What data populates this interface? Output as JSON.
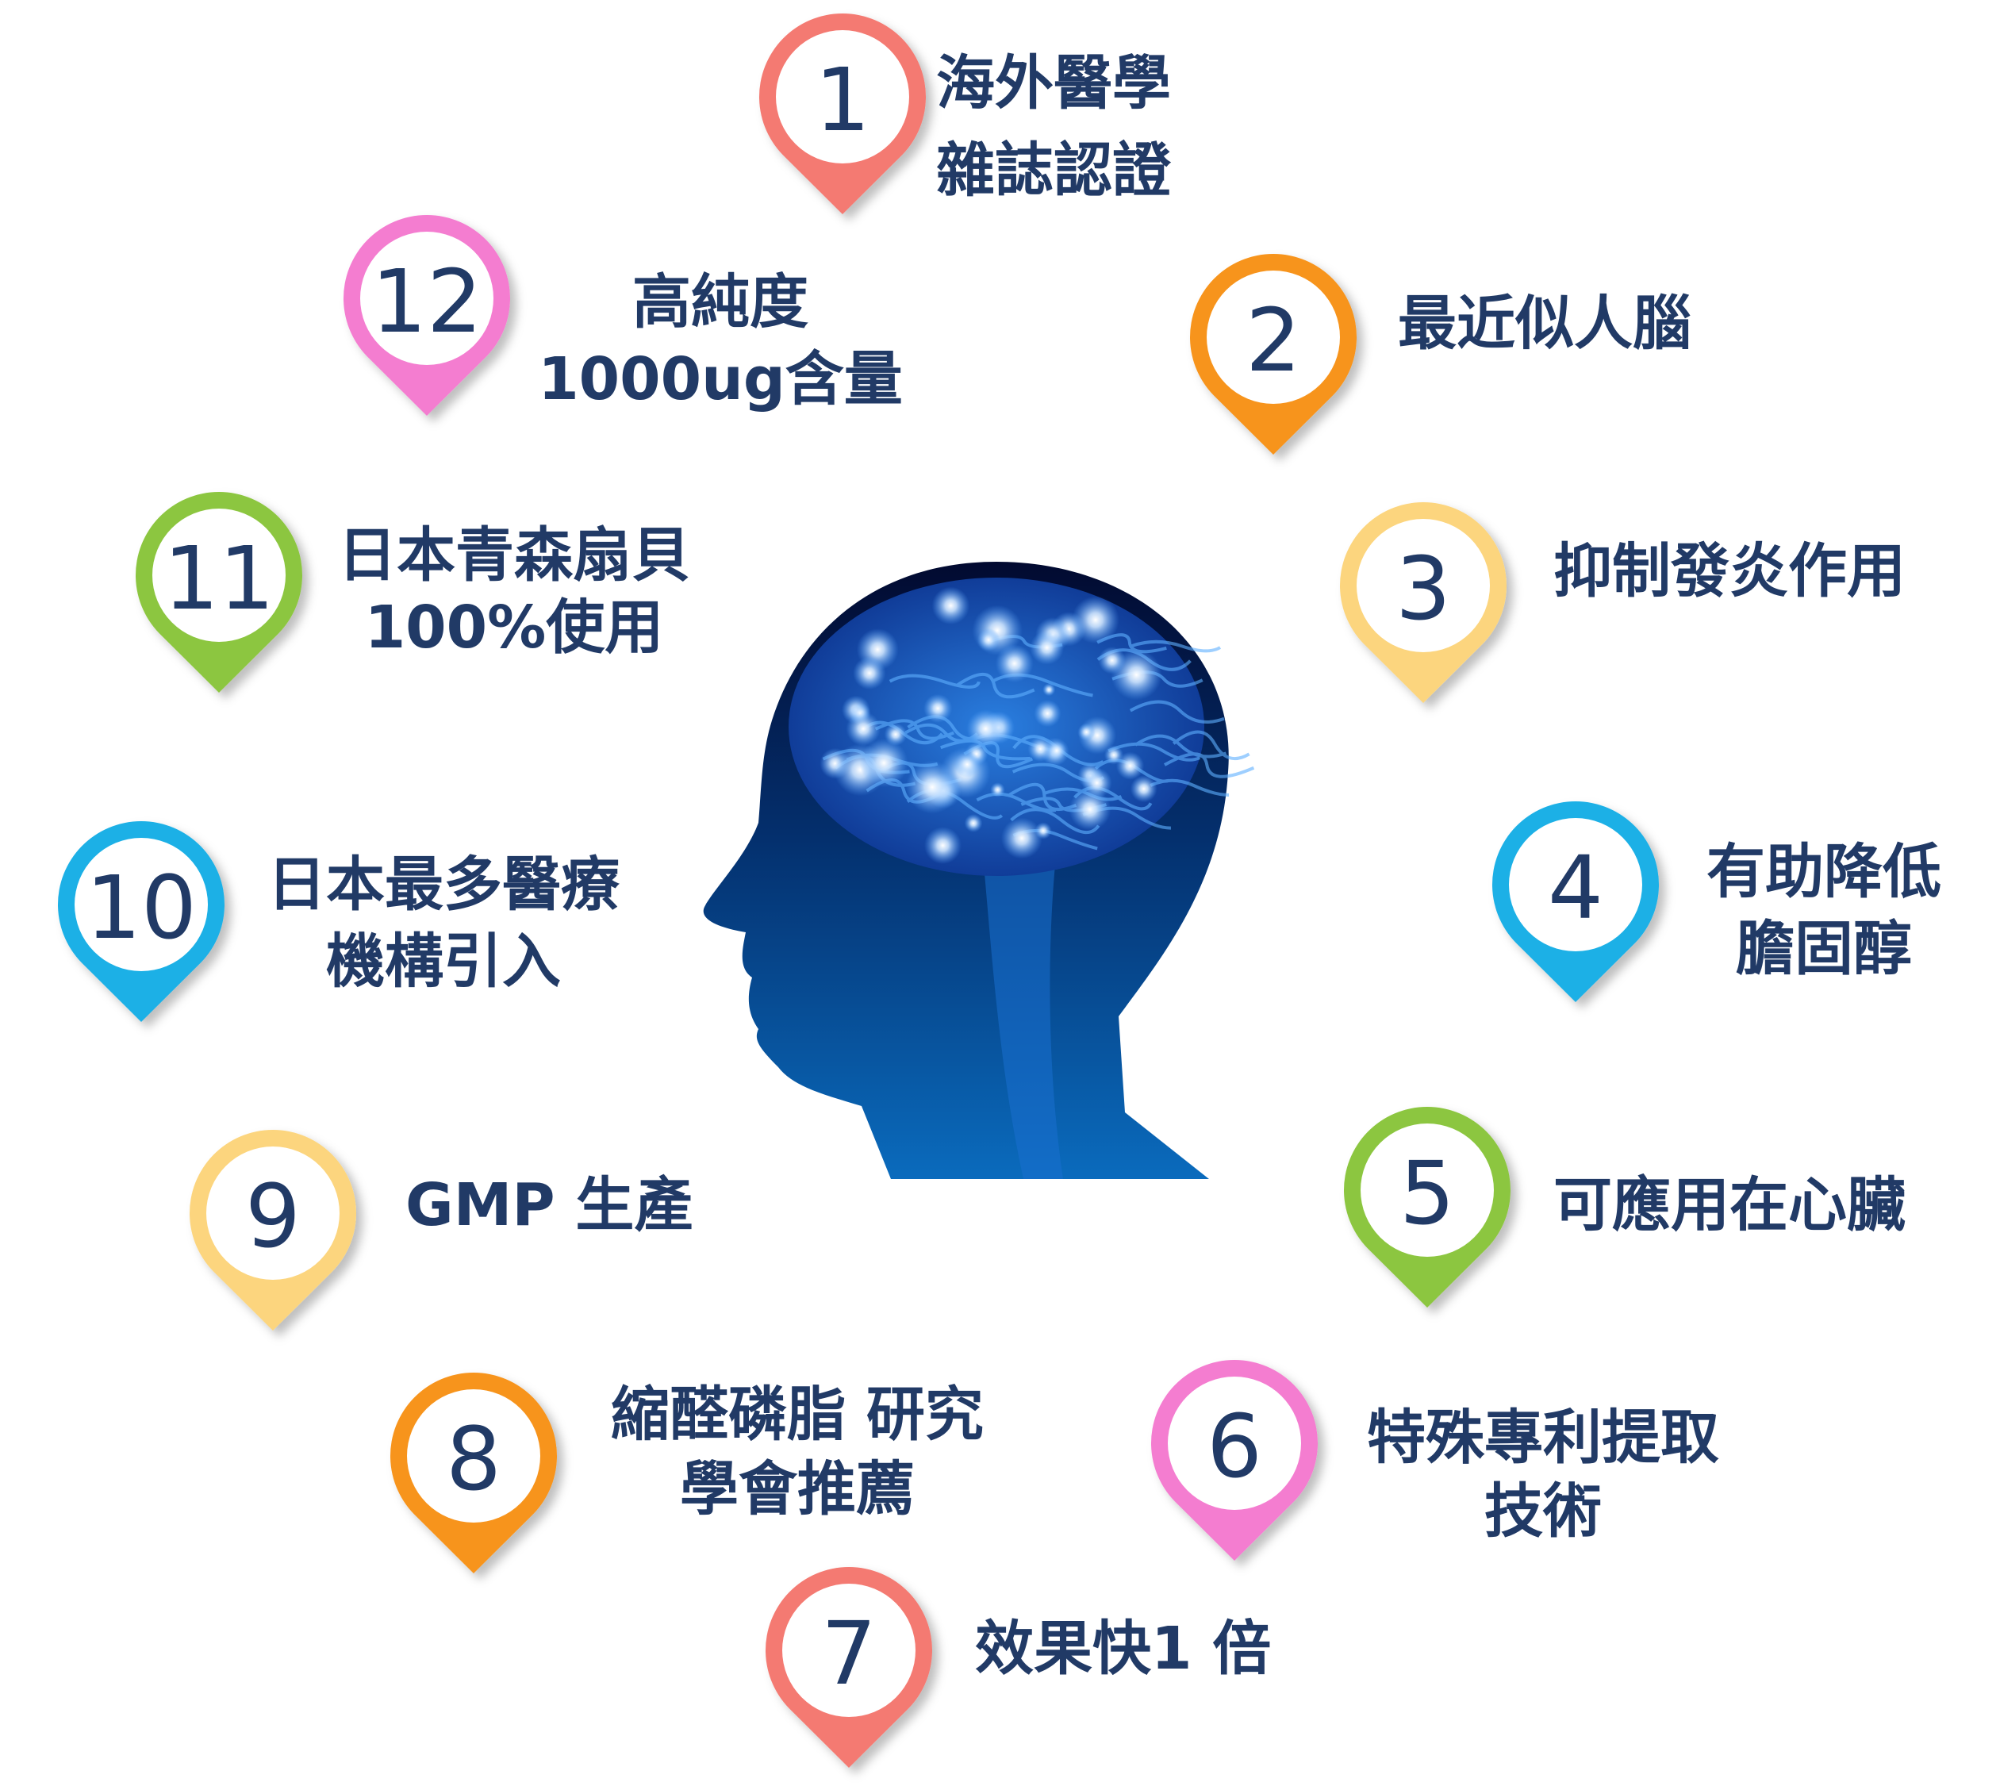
{
  "colors": {
    "text": "#213a66",
    "salmon": "#f47a72",
    "orange": "#f7941d",
    "yellow": "#fcd57e",
    "blue": "#1cb0e6",
    "green": "#8cc63f",
    "pink": "#f47dd0",
    "head_top": "#020f3a",
    "head_bottom": "#0a6bbd"
  },
  "features": [
    {
      "number": "1",
      "lines": [
        "海外醫學",
        "雜誌認證"
      ],
      "color": "#f47a72"
    },
    {
      "number": "2",
      "lines": [
        "最近似人腦"
      ],
      "color": "#f7941d"
    },
    {
      "number": "3",
      "lines": [
        "抑制發炎作用"
      ],
      "color": "#fcd57e"
    },
    {
      "number": "4",
      "lines": [
        "有助降低",
        "膽固醇"
      ],
      "color": "#1cb0e6"
    },
    {
      "number": "5",
      "lines": [
        "可應用在心臟"
      ],
      "color": "#8cc63f"
    },
    {
      "number": "6",
      "lines": [
        "特殊專利提取",
        "技術"
      ],
      "color": "#f47dd0"
    },
    {
      "number": "7",
      "lines": [
        "效果快1 倍"
      ],
      "color": "#f47a72"
    },
    {
      "number": "8",
      "lines": [
        "縮醛磷脂 研究",
        "學會推薦"
      ],
      "color": "#f7941d"
    },
    {
      "number": "9",
      "lines": [
        "GMP 生產"
      ],
      "color": "#fcd57e"
    },
    {
      "number": "10",
      "lines": [
        "日本最多醫療",
        "機構引入"
      ],
      "color": "#1cb0e6"
    },
    {
      "number": "11",
      "lines": [
        "日本青森扇貝",
        "100%使用"
      ],
      "color": "#8cc63f"
    },
    {
      "number": "12",
      "lines": [
        "高純度",
        "1000ug含量"
      ],
      "color": "#f47dd0"
    }
  ]
}
